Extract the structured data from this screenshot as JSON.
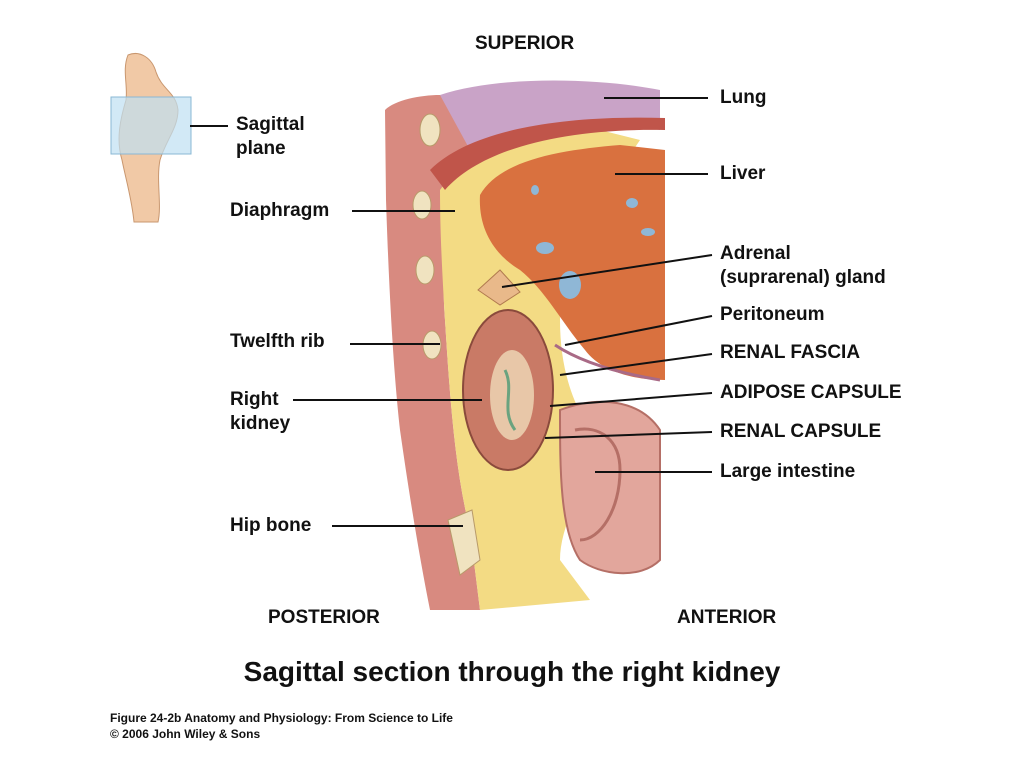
{
  "orientation": {
    "superior": "SUPERIOR",
    "posterior": "POSTERIOR",
    "anterior": "ANTERIOR"
  },
  "labels": {
    "sagittal_plane_line1": "Sagittal",
    "sagittal_plane_line2": "plane",
    "lung": "Lung",
    "liver": "Liver",
    "diaphragm": "Diaphragm",
    "adrenal_line1": "Adrenal",
    "adrenal_line2": "(suprarenal) gland",
    "peritoneum": "Peritoneum",
    "renal_fascia": "RENAL FASCIA",
    "adipose_capsule": "ADIPOSE CAPSULE",
    "renal_capsule": "RENAL CAPSULE",
    "large_intestine": "Large intestine",
    "twelfth_rib": "Twelfth rib",
    "right_kidney_line1": "Right",
    "right_kidney_line2": "kidney",
    "hip_bone": "Hip bone"
  },
  "title": "Sagittal section through the right kidney",
  "credit": {
    "line1": "Figure 24-2b  Anatomy and Physiology: From Science to Life",
    "line2": "© 2006 John Wiley & Sons"
  }
}
